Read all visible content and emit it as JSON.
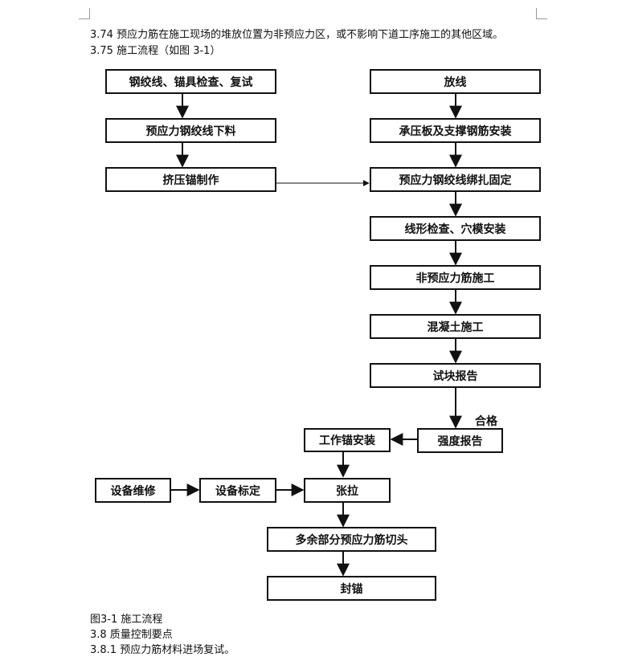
{
  "text": {
    "line_374": "3.74 预应力筋在施工现场的堆放位置为非预应力区，或不影响下道工序施工的其他区域。",
    "line_375": "3.75 施工流程（如图 3-1）",
    "figure_caption": "图3-1  施工流程",
    "section_38": "3.8  质量控制要点",
    "section_381": "3.8.1  预应力筋材料进场复试。"
  },
  "flow": {
    "steel_check": "钢绞线、锚具检查、复试",
    "strand_cutting": "预应力钢绞线下料",
    "extrusion_anchor": "挤压锚制作",
    "layout": "放线",
    "bearing_plate": "承压板及支撑钢筋安装",
    "strand_binding": "预应力钢绞线绑扎固定",
    "profile_check": "线形检查、穴模安装",
    "nonprestressed": "非预应力筋施工",
    "concrete": "混凝土施工",
    "test_report": "试块报告",
    "pass_label": "合格",
    "strength_report": "强度报告",
    "work_anchor": "工作锚安装",
    "equip_repair": "设备维修",
    "equip_calibration": "设备标定",
    "tensioning": "张拉",
    "cut_excess": "多余部分预应力筋切头",
    "seal_anchor": "封锚"
  }
}
